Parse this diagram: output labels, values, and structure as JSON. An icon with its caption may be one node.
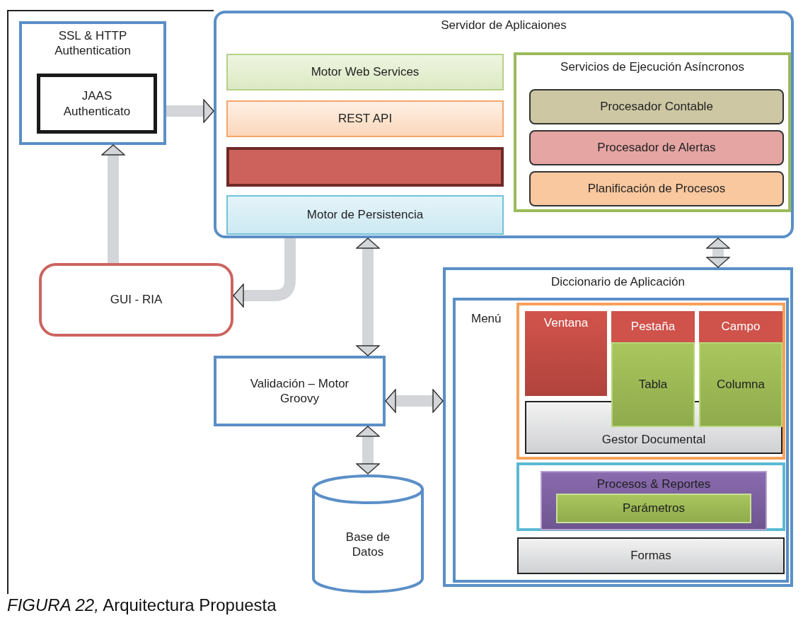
{
  "diagram": {
    "caption": "*FIGURA 22,* Arquitectura Propuesta",
    "nodes": [
      {
        "text": [
          "SSL & HTTP Authentication"
        ]
      },
      {
        "text": [
          "JAAS Authenticato"
        ],
        "in": 0
      },
      {
        "text": [
          "Servidor de Aplicaiones"
        ]
      },
      {
        "text": [
          "Motor Web Services"
        ],
        "in": 2
      },
      {
        "text": [
          "REST API"
        ],
        "in": 2
      },
      {
        "text": [],
        "shape": "box",
        "in": 2
      },
      {
        "text": [
          "Motor de Persistencia"
        ],
        "in": 2
      },
      {
        "text": [
          "Servicios de Ejecución Asíncronos"
        ],
        "in": 2
      },
      {
        "text": [
          "Procesador Contable"
        ],
        "in": 7
      },
      {
        "text": [
          "Procesador de Alertas"
        ],
        "in": 7
      },
      {
        "text": [
          "Planificación de Procesos"
        ],
        "in": 7
      },
      {
        "text": [
          "GUI - RIA"
        ]
      },
      {
        "text": [
          "Validación – Motor Groovy"
        ]
      },
      {
        "text": [
          "Base de Datos"
        ]
      },
      {
        "text": [
          "Diccionario de Aplicación"
        ]
      },
      {
        "text": [
          "Menú"
        ],
        "in": 14
      },
      {
        "text": [],
        "shape": "box",
        "in": 15
      },
      {
        "text": [
          "Ventana"
        ],
        "in": 16
      },
      {
        "text": [
          "Pestaña"
        ],
        "in": 16
      },
      {
        "text": [
          "Campo"
        ],
        "in": 16
      },
      {
        "text": [
          "Tabla"
        ],
        "in": 16
      },
      {
        "text": [
          "Columna"
        ],
        "in": 16
      },
      {
        "text": [
          "Gestor Documental"
        ],
        "in": 16
      },
      {
        "text": [],
        "shape": "box",
        "in": 15
      },
      {
        "text": [
          "Procesos & Reportes"
        ],
        "in": 23
      },
      {
        "text": [
          "Parámetros"
        ],
        "in": 24
      },
      {
        "text": [
          "Formas"
        ],
        "in": 15
      }
    ],
    "edges": [
      {
        "from": 0,
        "to": 2,
        "arrow": "to"
      },
      {
        "from": 11,
        "to": 0,
        "arrow": "to"
      },
      {
        "from": 2,
        "to": 11,
        "arrow": "to"
      },
      {
        "from": 2,
        "to": 12,
        "arrow": "both"
      },
      {
        "from": 12,
        "to": 14,
        "arrow": "both"
      },
      {
        "from": 12,
        "to": 13,
        "arrow": "both"
      },
      {
        "from": 2,
        "to": 14,
        "arrow": "both"
      }
    ]
  }
}
